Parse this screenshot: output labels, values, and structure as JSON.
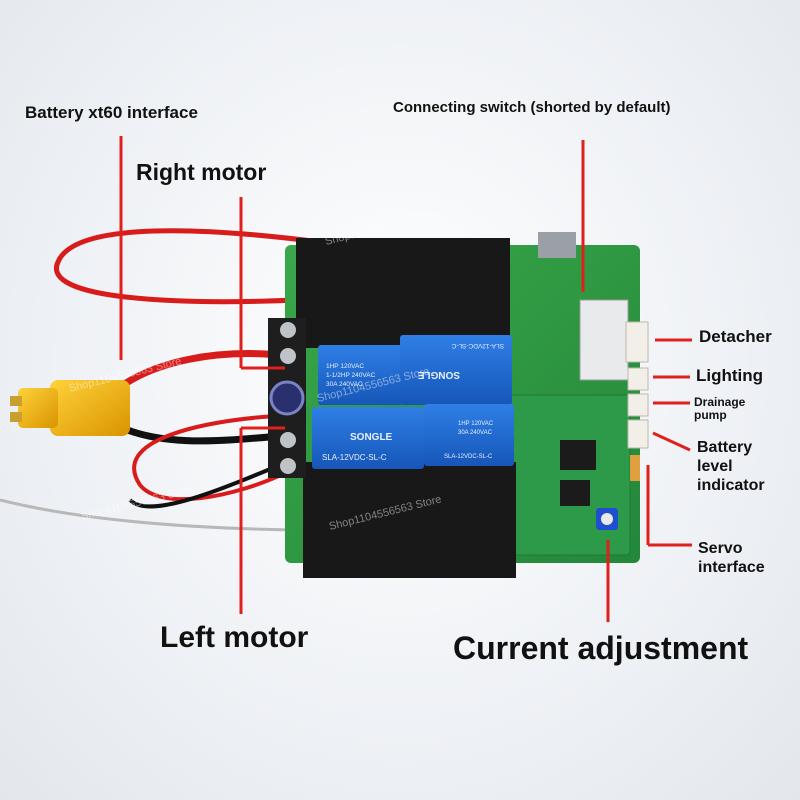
{
  "labels": {
    "battery_xt60": "Battery xt60 interface",
    "connecting_switch": "Connecting switch (shorted by default)",
    "right_motor": "Right motor",
    "left_motor": "Left motor",
    "current_adjustment": "Current adjustment",
    "detacher": "Detacher",
    "lighting": "Lighting",
    "drainage_line1": "Drainage",
    "drainage_line2": "pump",
    "battery_level_line1": "Battery",
    "battery_level_line2": "level",
    "battery_level_line3": "indicator",
    "servo_line1": "Servo",
    "servo_line2": "interface"
  },
  "relay_text": {
    "top_left_1": "1HP 120VAC",
    "top_left_2": "1-1/2HP 240VAC",
    "top_left_3": "30A 240VAC",
    "top_right_1": "SLA-12VDC-SL-C",
    "top_right_brand": "SONGLE",
    "bottom_left_brand": "SONGLE",
    "bottom_left_model": "SLA-12VDC-SL-C",
    "bottom_right_1": "1HP 120VAC",
    "bottom_right_2": "30A 240VAC",
    "bottom_right_3": "SLA-12VDC-SL-C"
  },
  "watermarks": [
    "Shop1104556563 Store",
    "Shop1104556563 Store",
    "Shop1104556563 Store",
    "Shop1104556563 Store",
    "Shop1104556563 Store"
  ],
  "colors": {
    "annotation_line": "#e0201c",
    "pcb_green": "#2f9a3e",
    "relay_blue": "#1f6bd6",
    "heatsink_black": "#1a1a1a",
    "xt60_yellow": "#f0b40a",
    "wire_red": "#d81c1c",
    "wire_black": "#111111"
  }
}
